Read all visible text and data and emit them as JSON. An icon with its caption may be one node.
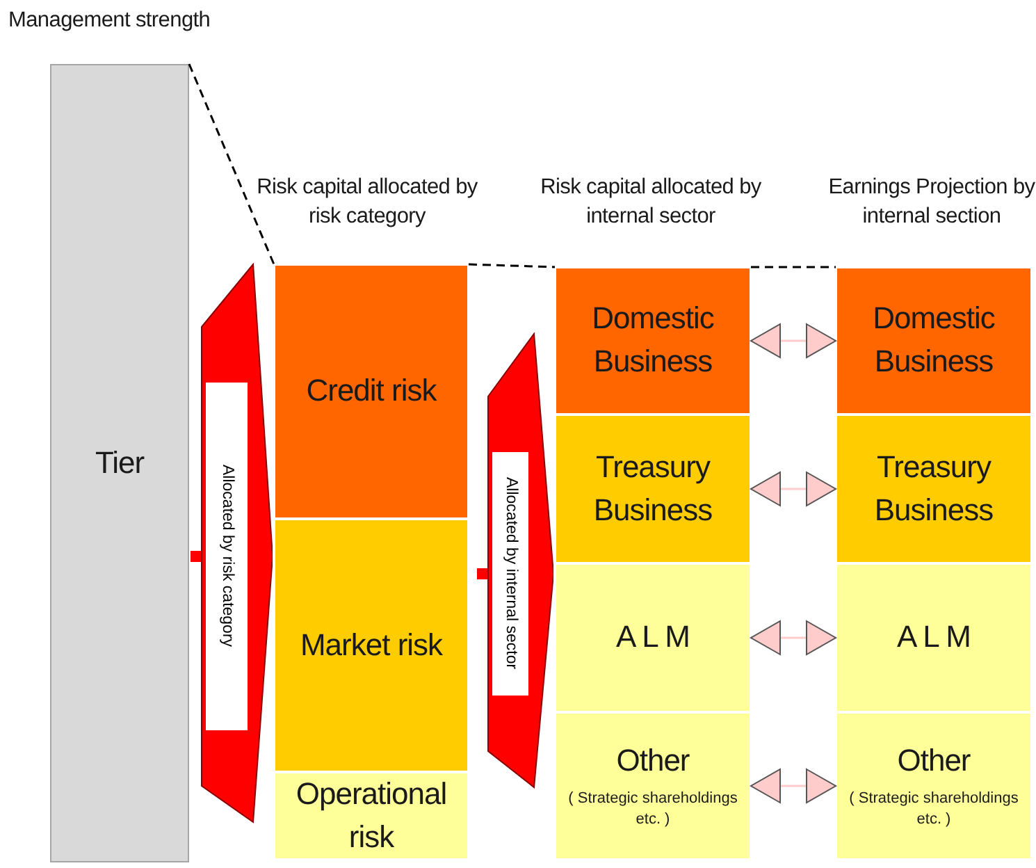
{
  "diagram": {
    "nodes": [
      {
        "text": [
          "Tier"
        ]
      },
      {
        "text": [
          "Risk capital allocated by risk category"
        ]
      },
      {
        "text": [
          "Credit risk"
        ],
        "in": 1
      },
      {
        "text": [
          "Market risk"
        ],
        "in": 1
      },
      {
        "text": [
          "Operational risk"
        ],
        "in": 1
      },
      {
        "text": [
          "Risk capital allocated by internal sector"
        ]
      },
      {
        "text": [
          "Domestic Business"
        ],
        "in": 5
      },
      {
        "text": [
          "Treasury Business"
        ],
        "in": 5
      },
      {
        "text": [
          "A L M"
        ],
        "in": 5
      },
      {
        "text": [
          "Other",
          "( Strategic shareholdings etc. )"
        ],
        "in": 5
      },
      {
        "text": [
          "Earnings Projection by internal section"
        ]
      },
      {
        "text": [
          "Domestic Business"
        ],
        "in": 10
      },
      {
        "text": [
          "Treasury Business"
        ],
        "in": 10
      },
      {
        "text": [
          "A L M"
        ],
        "in": 10
      },
      {
        "text": [
          "Other",
          "( Strategic shareholdings etc. )"
        ],
        "in": 10
      }
    ],
    "edges": [
      {
        "from": 0,
        "to": 1,
        "arrow": "to",
        "label": "Allocated by risk category",
        "style": "thick",
        "color": "#ff0000"
      },
      {
        "from": 1,
        "to": 5,
        "arrow": "to",
        "label": "Allocated by internal sector",
        "style": "thick",
        "color": "#ff0000"
      },
      {
        "from": 6,
        "to": 11,
        "arrow": "both",
        "color": "#ffcccc"
      },
      {
        "from": 7,
        "to": 12,
        "arrow": "both",
        "color": "#ffcccc"
      },
      {
        "from": 8,
        "to": 13,
        "arrow": "both",
        "color": "#ffcccc"
      },
      {
        "from": 9,
        "to": 14,
        "arrow": "both",
        "color": "#ffcccc"
      },
      {
        "from": 0,
        "to": 2,
        "arrow": "none",
        "style": "dashed",
        "color": "#000000"
      },
      {
        "from": 2,
        "to": 6,
        "arrow": "none",
        "style": "dashed",
        "color": "#000000"
      },
      {
        "from": 6,
        "to": 11,
        "arrow": "none",
        "style": "dashed",
        "color": "#000000"
      }
    ],
    "labels": [
      "Management strength"
    ]
  }
}
